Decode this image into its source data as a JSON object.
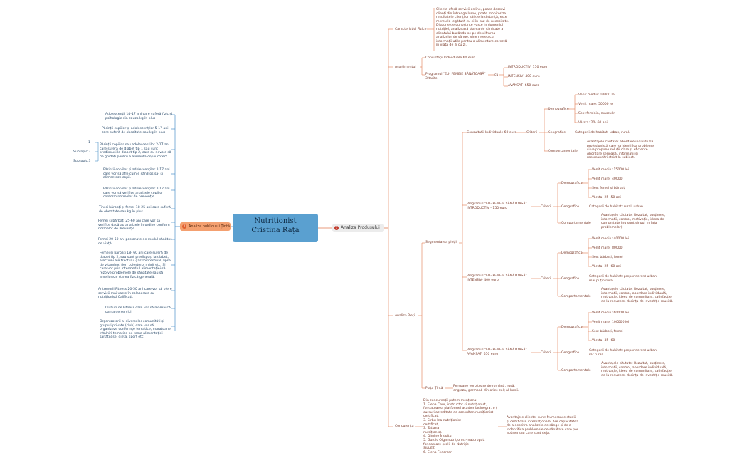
{
  "center": {
    "title": "Nutriționist\n     Cristina Rață"
  },
  "left_topic": {
    "number": "2",
    "label": "Analiza publicului Țintă"
  },
  "right_topic": {
    "number": "1",
    "label": "Analiza Produsului"
  },
  "left_items": [
    "Adolescenții 14-17 ani care suferă fizic și\npsihologic din cauza kg în plus",
    "Părinții copiilor și adolescenților 5-17 ani\ncare suferă de obezitate sau kg în plus",
    "Părinții copiilor sau adolescenților 2-17 ani\ncare suferă de diabet tip 1 sau sunt\npredispuși la diabet tip 2, care au nevoie să\nfie ghidați pentru a alimenta copiii corect.",
    "Părinții copiilor și adolescenților 2-17 ani\ncare vor să afle cum e sănătos să- și\nalimenteze copii.",
    "Părinții copiilor și adolescenților 2-17 ani\ncare vor să verifice analizele copiilor\nconform normelor de prevenție",
    "Tineri bărbați și femei 18-25 ani care suferă\nde obezitate sau kg în plus",
    "Femei și bărbați 25-60 ani care vor să\nverifice dacă au analizele în ordine conform\nnormelor de Prevenție",
    "Femei 20-50 ani pasionate de modul sănătos\nde viață",
    "Femei și bărbați 18- 60 ani care suferă de\ndiabet tip 2, sau sunt predispuși la diabet,\nafectiuni ale tractului gastrointestinal, lipse\nde vitamine, fier, colesterol mărit etc. Și\ncare vor prin intermediul alimentației să\nrezolve problemele de sănătate sau să\namelioreze starea fizică generală.",
    "Antrenorii Fitness 20-50 ani care vor să ofere\nservicii mai vaste în colaborare cu\nnutriționiști Calificați.",
    "Cluburi de Fitness care vor să mărească\ngama de servicii",
    "Organizatorii al diverselor comunități și\ngrupuri private (club) care vor să\norganizeze conferințe tematice, maratoane,\nîntâlniri tematice pe tema alimentației\nsănătoase, dieta, sport etc."
  ],
  "subtopics": {
    "one": "1",
    "two": "Subtopic 2",
    "three": "Subtopic 3"
  },
  "right": {
    "caracteristici": {
      "label": "Caracteristici Fizice",
      "text": "Clienta oferă servicii online, poate deservi\nclienți din întreaga lume, poate monitoriza\nrezultatele clienților săi de la distanță, este\nmereu la legătură cu ei în caz de necesitate.\nDispune de cunoștințe vaste în domeniul\nnutriției, analizează starea de sănătate a\nclientului bazându-se pe descifrarea\nanalizelor de sânge, vine mereu cu\ninformații utile pentru o alimentare corectă\nîn viața de zi cu zi."
    },
    "asortimentul": {
      "label": "Asortimentul",
      "consult": "Consultații Individuale 60 euro",
      "program": "Programul \"EU- FEMEIE SĂNĂTOASĂ\"\n3 tarife",
      "cu": "cu",
      "tiers": [
        "INTRODUCTIV- 150 euro",
        "INTENSIV- 400 euro",
        "AVANSAT- 650 euro"
      ]
    },
    "analiza_pietii": {
      "label": "Analiza Pieții",
      "segmentarea": "Segmentarea pieții",
      "criterii": "Criterii",
      "groups": [
        {
          "name": "Consultații Individuale 60 euro",
          "demografice_label": "Demografice",
          "demografice": [
            "Venit mediu: 10000 lei",
            "Venit mare: 50000 lei",
            "Sex: feminin, masculin",
            "Vârsta: 20- 60 ani"
          ],
          "geografice_label": "Geografice",
          "geografice": "Categorii de habitat: urban, rural.",
          "comportamentale_label": "Comportamentale",
          "comportamentale": "Avantajele căutate: abordare individuală\nprofesionistă care va identifica probleme\nși va propune soluții clare și eficiente.\nAbordare serioasă, informații și\nrecomandări strict la subiect."
        },
        {
          "name": "Programul \"EU- FEMEIE SĂNĂTOASĂ\"\nINTRODUCTIV - 150 euro",
          "demografice_label": "Demografice",
          "demografice": [
            "Venit mediu: 15000 lei",
            "Venit mare: 40000",
            "Sex: femei și bărbați",
            "Vârsta: 25- 50 ani"
          ],
          "geografice_label": "Geografice",
          "geografice": "Categorii de habitat: rural, urban",
          "comportamentale_label": "Comportamentale",
          "comportamentale": "Avantajele căutate: Rezultat, susținere,\ninformatii, control, motivație, ideea de\ncomunitate (nu sunt singur în fața\nproblemelor)"
        },
        {
          "name": "Programul \"EU- FEMEIE SĂNĂTOASĂ\"\nINTENSIV- 400 euro",
          "demografice_label": "Demografice",
          "demografice": [
            "Venit mediu: 40000 lei",
            "Venit mare: 80000",
            "Sex: bărbați, femei",
            "Vârsta: 25- 60 ani"
          ],
          "geografice_label": "Geografice",
          "geografice": "Categorii de habitat: preponderent urban,\nmai puțin rural",
          "comportamentale_label": "Comportamentale",
          "comportamentale": "Avantajele căutate: Rezultat, susținere,\ninformatii, control, abordare individuală,\nmotivație, ideea de comunitate, satisfacție\nde la reducere, dorința de investiție reușită."
        },
        {
          "name": "Programul \"EU- FEMEIE SĂNĂTOASĂ\"\nAVANSAT- 650 euro",
          "demografice_label": "Demografice",
          "demografice": [
            "Venit mediu: 60000 lei",
            "Venit mare: 100000 lei",
            "Sex: bărbați, femei",
            "Vârsta: 35- 60"
          ],
          "geografice_label": "Geografice",
          "geografice": "Categorii de habitat: preponderent urban,\nrar rural",
          "comportamentale_label": "Comportamentale",
          "comportamentale": "Avantajele căutate: Rezultat, susținere,\ninformatii, control, abordare individuală,\nmotivație, ideea de comunitate, satisfacție\nde la reducere, dorința de investiție reușită."
        }
      ],
      "piata_tinta": {
        "label": "Piața Țintă",
        "text": "Persoane vorbitoare de română, rusă,\nenglezâ, germană din orice colț al lumii."
      }
    },
    "concurenta": {
      "label": "Concurența",
      "text": "Din concurenții putem menționa:\n1. Elena Ceur, instructor și nutriționist,\nfondatoarea platformei academiadinegra.ro (\ncursuri acreditate de consultan nutriționist\ncertificat.\n3. Sîrbu Ina nutriționist-\ncertificat,\n3. Tatiana\nnutriționist.\n4. Dimine Îndoitu.\n5. Gurdic Olga nutriționist- naturopat,\nfondatoare școlii de Nutriție\nSILUET.\n6. Elena Fedorcan",
      "note": "Avantajele clientei sunt: Numeroase studii\nși certificate internaționale. Are capacitatea\nde a descifra analizele de sânge și de a\nindentifica problemele de sănătate care por\napărea sau care sunt deja."
    }
  },
  "colors": {
    "center": "#5aa0d0",
    "right_lines": "#e07a50",
    "left_lines": "#4a90c8",
    "left_pill": "#f4a070",
    "right_pill": "#ececec"
  }
}
